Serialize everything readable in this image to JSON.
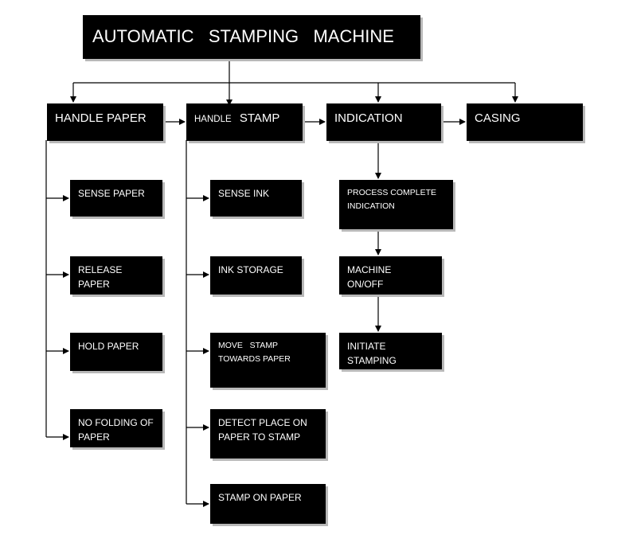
{
  "title": "AUTOMATIC   STAMPING   MACHINE",
  "main": {
    "handle_paper": "HANDLE PAPER",
    "handle_stamp_a": "HANDLE",
    "handle_stamp_b": "STAMP",
    "indication": "INDICATION",
    "casing": "CASING"
  },
  "handle_paper_items": [
    "SENSE PAPER",
    "RELEASE PAPER",
    "HOLD PAPER",
    "NO FOLDING OF PAPER"
  ],
  "handle_stamp_items": [
    "SENSE INK",
    "INK STORAGE",
    "MOVE   STAMP TOWARDS PAPER",
    "DETECT PLACE ON PAPER TO STAMP",
    "STAMP ON PAPER"
  ],
  "indication_items": [
    "PROCESS COMPLETE INDICATION",
    "MACHINE ON/OFF",
    "INITIATE STAMPING"
  ],
  "colors": {
    "box": "#000000",
    "text": "#ffffff",
    "line": "#000000",
    "shadow": "#b8b8b8"
  }
}
